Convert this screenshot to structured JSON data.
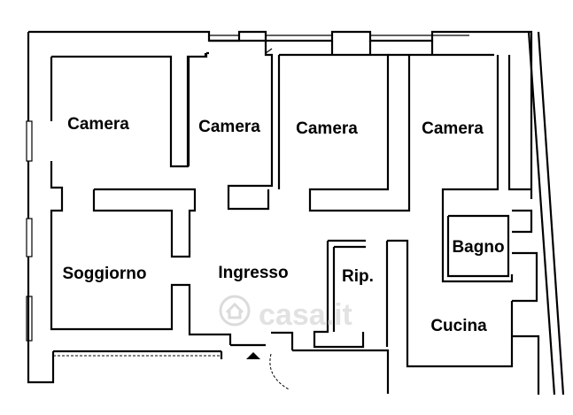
{
  "floorplan": {
    "rooms": [
      {
        "id": "camera-1",
        "label": "Camera"
      },
      {
        "id": "camera-2",
        "label": "Camera"
      },
      {
        "id": "camera-3",
        "label": "Camera"
      },
      {
        "id": "camera-4",
        "label": "Camera"
      },
      {
        "id": "bagno",
        "label": "Bagno"
      },
      {
        "id": "soggiorno",
        "label": "Soggiorno"
      },
      {
        "id": "ingresso",
        "label": "Ingresso"
      },
      {
        "id": "ripostiglio",
        "label": "Rip."
      },
      {
        "id": "cucina",
        "label": "Cucina"
      }
    ],
    "watermark": {
      "text": "casa.it"
    },
    "colors": {
      "wall_outline": "#000000",
      "wall_fill": "#ffffff",
      "watermark": "#bebebe"
    }
  }
}
